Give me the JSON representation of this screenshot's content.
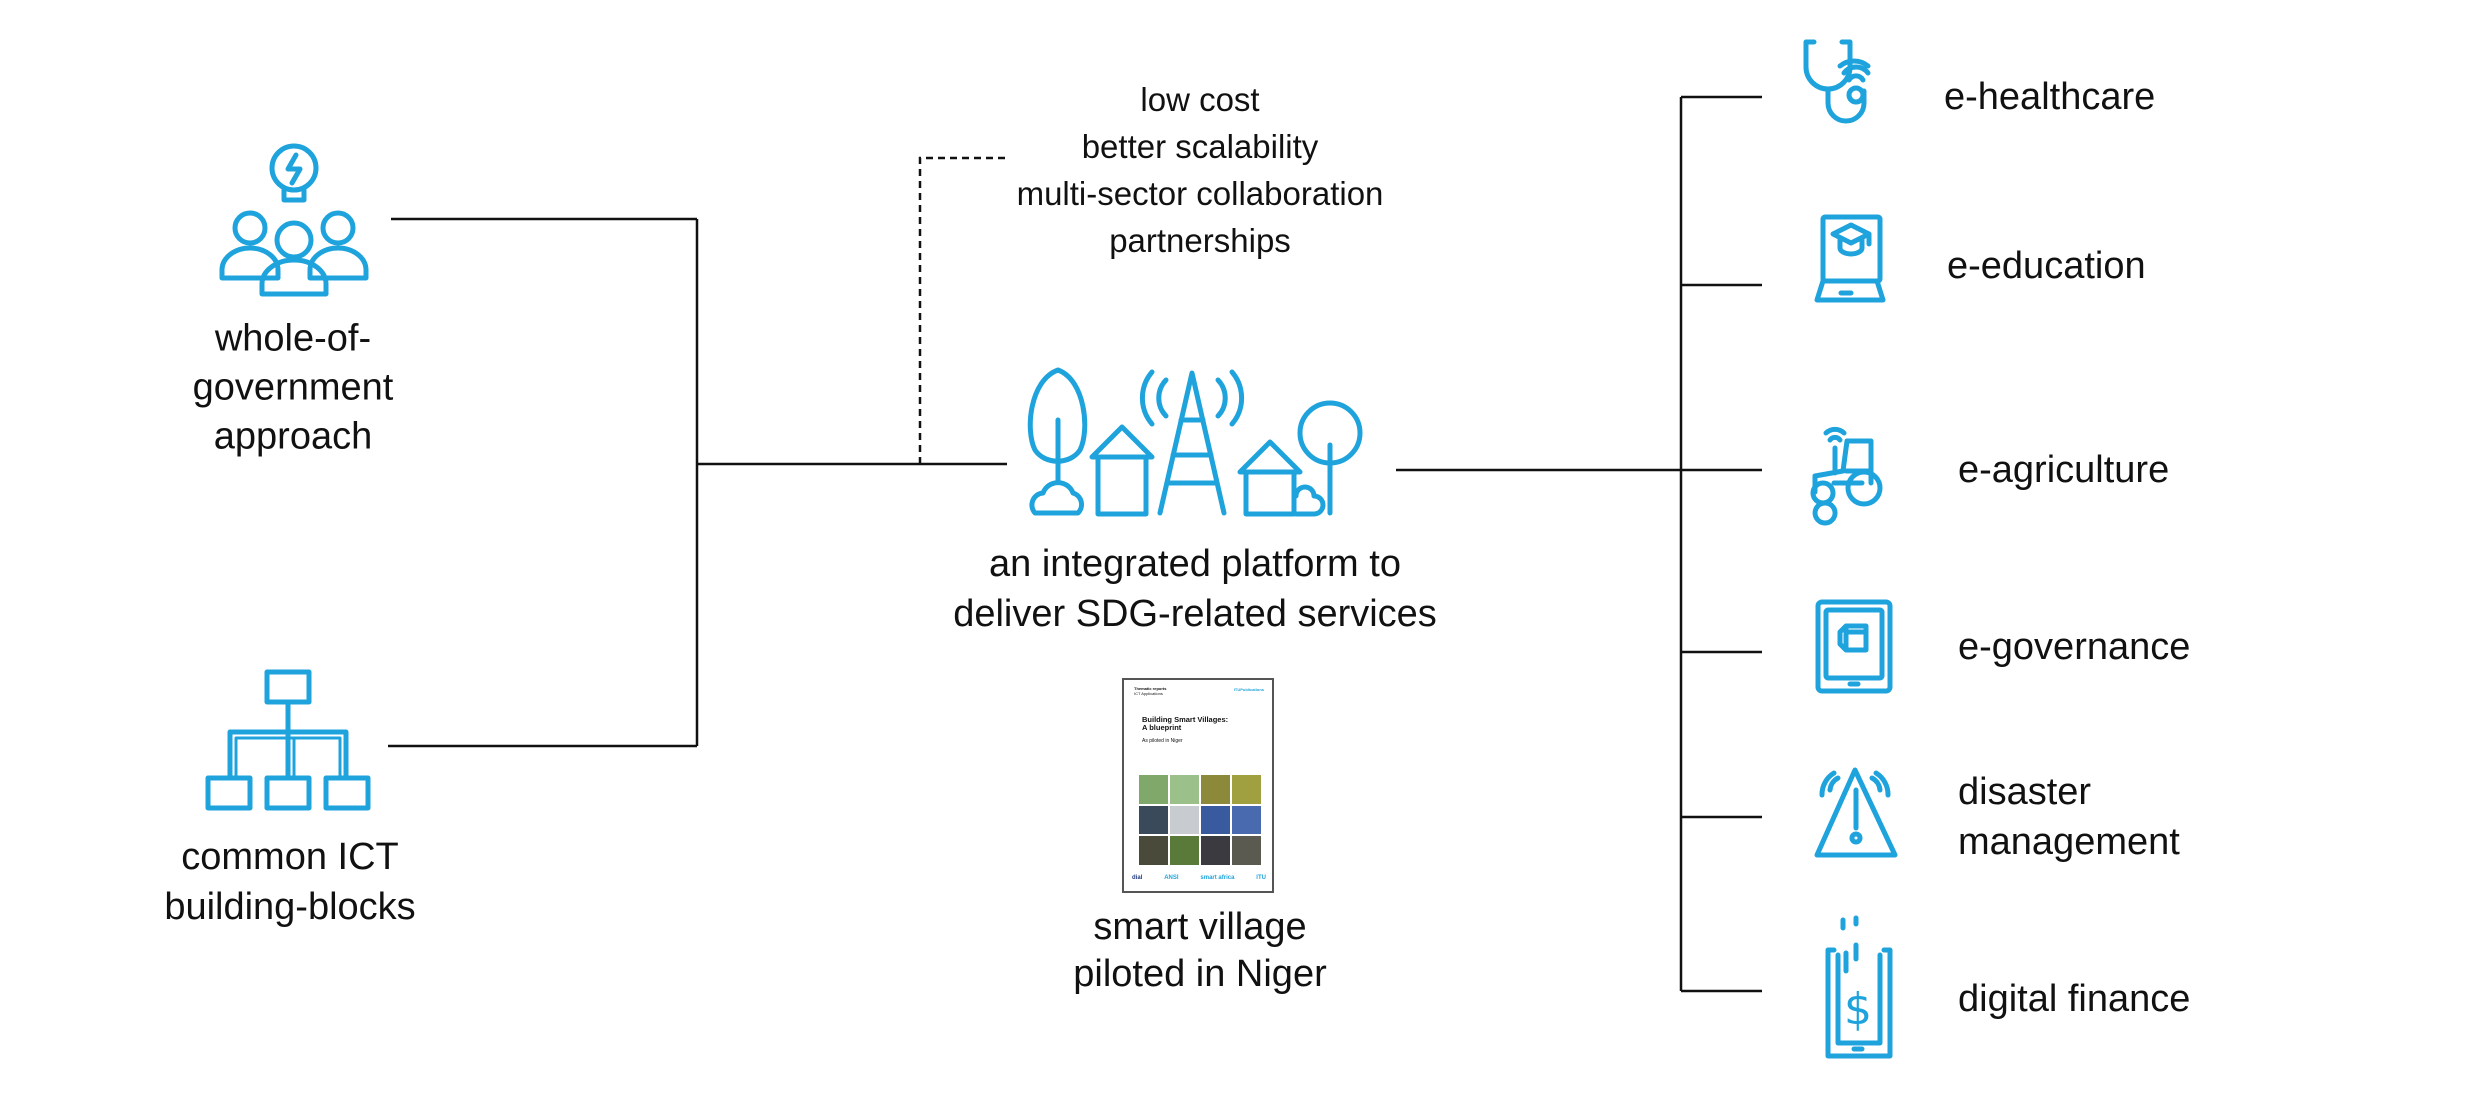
{
  "colors": {
    "accent": "#1fa3dc",
    "line": "#111111"
  },
  "left": {
    "approach": {
      "lines": [
        "whole-of-",
        "government",
        "approach"
      ],
      "icon": "people-lightbulb-icon"
    },
    "building_blocks": {
      "lines": [
        "common ICT",
        "building-blocks"
      ],
      "icon": "hierarchy-icon"
    }
  },
  "benefits": [
    "low cost",
    "better scalability",
    "multi-sector collaboration",
    "partnerships"
  ],
  "center": {
    "platform": {
      "lines": [
        "an integrated platform to",
        "deliver SDG-related services"
      ],
      "icon": "smart-village-icon"
    },
    "pilot": {
      "lines": [
        "smart village",
        "piloted in Niger"
      ]
    },
    "book": {
      "series": "Thematic reports",
      "category": "ICT Applications",
      "publisher": "ITUPublications",
      "title_lines": [
        "Building Smart Villages:",
        "A blueprint"
      ],
      "subtitle": "As piloted in Niger",
      "logos": [
        "dial",
        "ANSI",
        "smart africa",
        "ITU"
      ]
    }
  },
  "services": [
    {
      "lines": [
        "e-healthcare"
      ],
      "icon": "stethoscope-icon"
    },
    {
      "lines": [
        "e-education"
      ],
      "icon": "laptop-graduation-icon"
    },
    {
      "lines": [
        "e-agriculture"
      ],
      "icon": "tractor-icon"
    },
    {
      "lines": [
        "e-governance"
      ],
      "icon": "tablet-cube-icon"
    },
    {
      "lines": [
        "disaster",
        "management"
      ],
      "icon": "warning-signal-icon"
    },
    {
      "lines": [
        "digital finance"
      ],
      "icon": "phone-dollar-icon"
    }
  ]
}
